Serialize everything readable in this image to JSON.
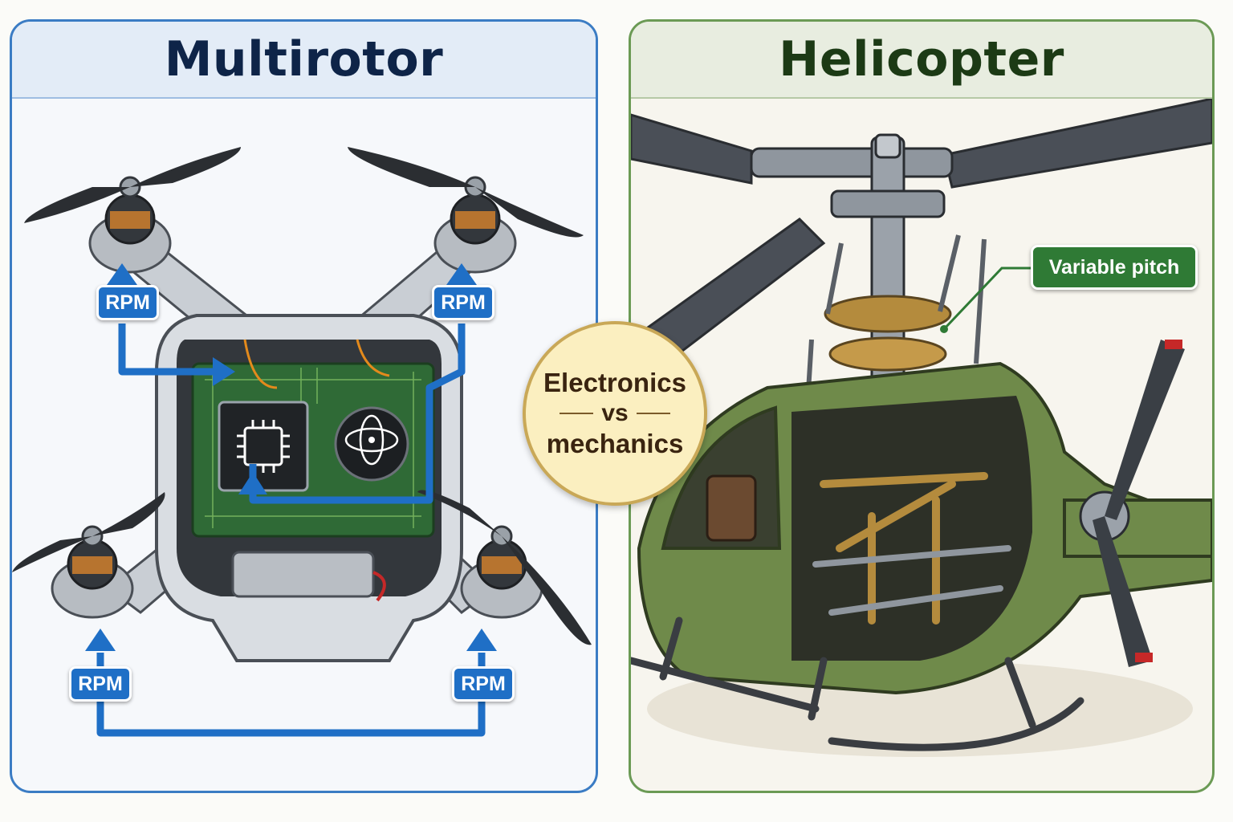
{
  "left_panel": {
    "title": "Multirotor"
  },
  "right_panel": {
    "title": "Helicopter"
  },
  "rpm_labels": [
    "RPM",
    "RPM",
    "RPM",
    "RPM"
  ],
  "callout": {
    "text": "Variable pitch"
  },
  "center_badge": {
    "line1": "Electronics",
    "line2": "vs",
    "line3": "mechanics"
  },
  "colors": {
    "multirotor_accent": "#1f6fc6",
    "helicopter_accent": "#2f7a35",
    "badge_fill": "#fbefc0",
    "fuselage_green": "#6f8a4a"
  },
  "icons": [
    "chip-icon",
    "gyroscope-icon"
  ]
}
